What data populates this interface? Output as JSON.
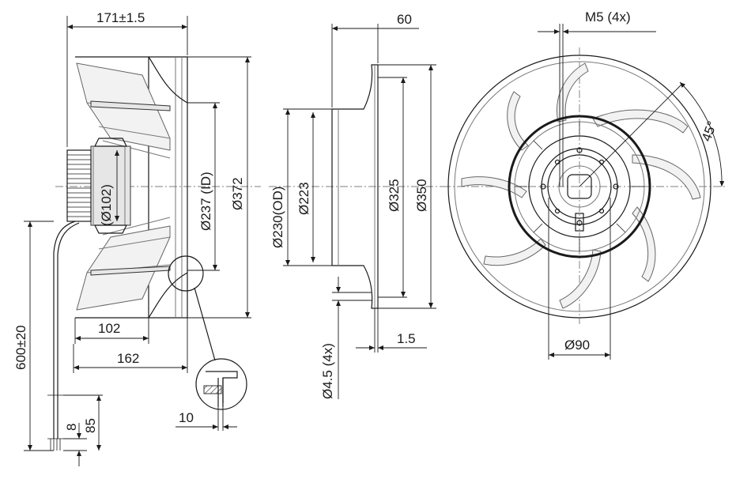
{
  "diagram": {
    "side_view": {
      "width_label": "171±1.5",
      "hub_label": "(Ø102)",
      "inner_diameter_label": "Ø237 (ID)",
      "outer_diameter_label": "Ø372",
      "depth_102_label": "102",
      "depth_162_label": "162",
      "cable_length_label": "600±20",
      "strip_8_label": "8",
      "strip_85_label": "85",
      "detail_10_label": "10"
    },
    "ring_view": {
      "width_label": "60",
      "od_label": "Ø230(OD)",
      "inner_label": "Ø223",
      "d325_label": "Ø325",
      "d350_label": "Ø350",
      "holes_label": "Ø4.5 (4x)",
      "thickness_label": "1.5"
    },
    "front_view": {
      "thread_label": "M5 (4x)",
      "angle_label": "45°",
      "bolt_circle_label": "Ø90"
    }
  }
}
